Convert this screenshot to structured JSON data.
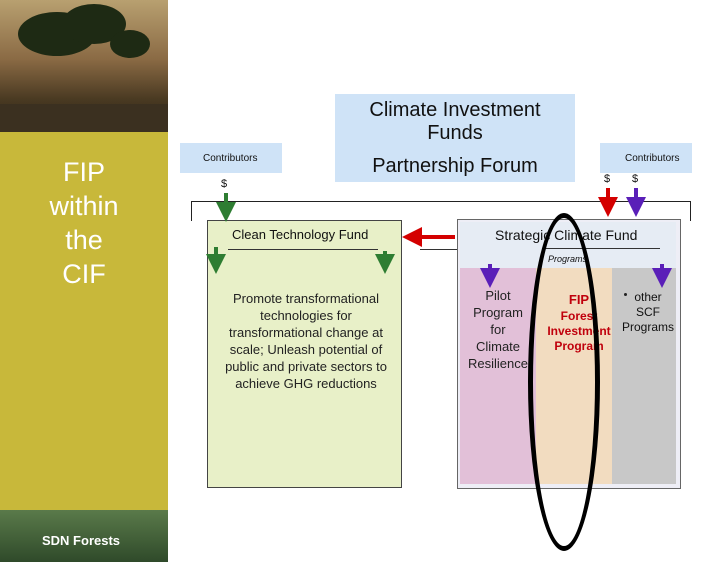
{
  "sidebar": {
    "title": "FIP within the CIF",
    "title_lines": [
      "FIP",
      "within",
      "the",
      "CIF"
    ],
    "footer": "SDN Forests",
    "color": "#c8b83a"
  },
  "forum": {
    "title_lines": [
      "Climate Investment",
      "Funds"
    ],
    "subtitle": "Partnership Forum",
    "color": "#cfe3f7"
  },
  "contributors": {
    "left": "Contributors",
    "right": "Contributors"
  },
  "dollar_sign": "$",
  "double_dollar": "$ $",
  "ctf": {
    "title": "Clean Technology Fund",
    "description": "Promote transformational technologies for transformational change at scale; Unleash potential of public and private sectors to achieve GHG reductions",
    "color": "#e8f0c8"
  },
  "scf": {
    "title": "Strategic Climate Fund",
    "programs_label": "Programs",
    "pilot_lines": [
      "Pilot",
      "Program",
      "for",
      "Climate",
      "Resilience"
    ],
    "fip_title": "FIP",
    "fip_sub_lines": [
      "Forest",
      "Investment",
      "Program"
    ],
    "other_lines": [
      "other",
      "SCF",
      "Programs"
    ]
  },
  "colors": {
    "arrow_green": "#2e7d32",
    "arrow_red": "#d40000",
    "arrow_purple": "#5a1fb8",
    "fip_red": "#c0000c"
  },
  "icons": [
    "green-down-arrow-icon",
    "red-arrow-icon",
    "purple-down-arrow-icon"
  ]
}
